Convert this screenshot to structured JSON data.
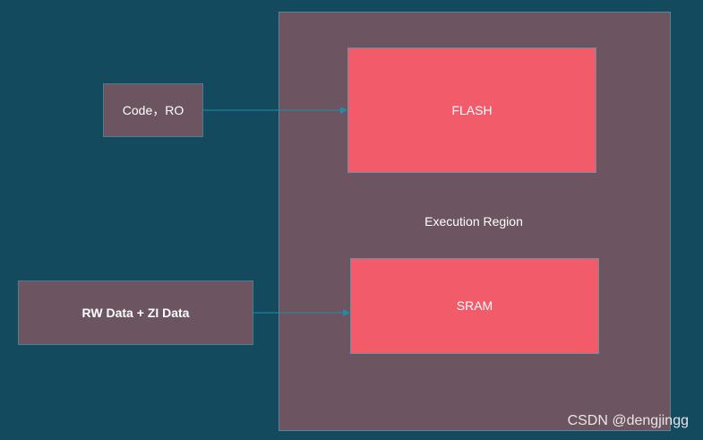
{
  "diagram": {
    "region_label": "Execution Region",
    "sources": {
      "code_ro": "Code，RO",
      "rw_zi": "RW Data + ZI Data"
    },
    "targets": {
      "flash": "FLASH",
      "sram": "SRAM"
    },
    "edges": [
      {
        "from": "Code，RO",
        "to": "FLASH"
      },
      {
        "from": "RW Data + ZI Data",
        "to": "SRAM"
      }
    ]
  },
  "watermark": "CSDN @dengjingg",
  "colors": {
    "background": "#134a5e",
    "region": "#6d5461",
    "memory_block": "#f25b69",
    "arrow": "#1e8da8"
  }
}
